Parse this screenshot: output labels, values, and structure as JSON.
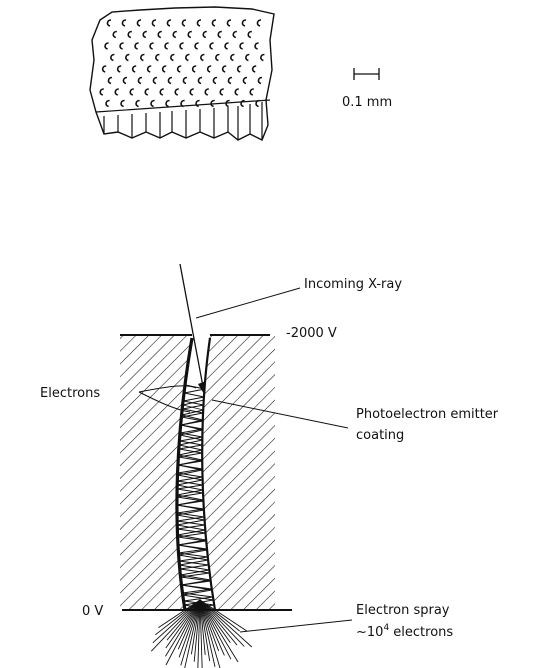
{
  "scale_bar": {
    "label": "0.1 mm"
  },
  "labels": {
    "incoming": "Incoming X-ray",
    "top_voltage": "-2000 V",
    "electrons": "Electrons",
    "emitter_line1": "Photoelectron emitter",
    "emitter_line2": "coating",
    "bottom_voltage": "0 V",
    "spray_line1": "Electron spray",
    "spray_line2_prefix": "~10",
    "spray_line2_exp": "4",
    "spray_line2_suffix": " electrons"
  }
}
